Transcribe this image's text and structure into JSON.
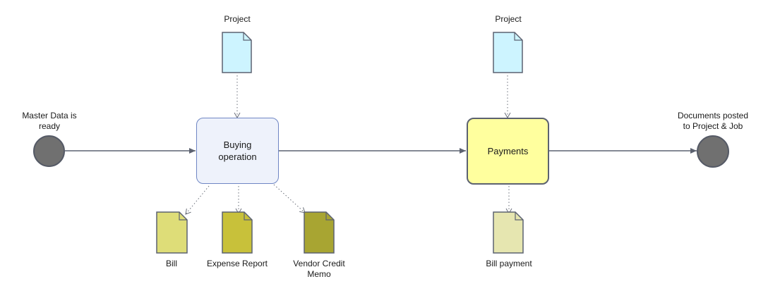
{
  "diagram": {
    "start_event": {
      "label": "Master Data is\nready"
    },
    "end_event": {
      "label": "Documents posted\nto Project & Job"
    },
    "tasks": [
      {
        "label": "Buying\noperation",
        "fill": "#eef2fb",
        "stroke": "#6f86c4"
      },
      {
        "label": "Payments",
        "fill": "#ffff9e",
        "stroke": "#5c6270"
      }
    ],
    "inputs": [
      {
        "label": "Project",
        "fill": "#cdf4ff"
      },
      {
        "label": "Project",
        "fill": "#cdf4ff"
      }
    ],
    "outputs": [
      {
        "label": "Bill",
        "fill": "#dedd78"
      },
      {
        "label": "Expense Report",
        "fill": "#c8c13a"
      },
      {
        "label": "Vendor Credit\nMemo",
        "fill": "#a8a532"
      },
      {
        "label": "Bill payment",
        "fill": "#e6e6b0"
      }
    ],
    "colors": {
      "line": "#5c6270",
      "event_fill": "#707070"
    }
  }
}
